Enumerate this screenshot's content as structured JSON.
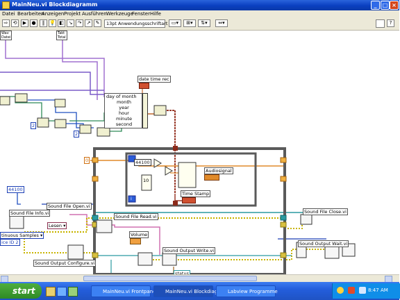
{
  "window": {
    "title": "MainNeu.vi Blockdiagramm"
  },
  "menu": [
    "Datei",
    "Bearbeiten",
    "Anzeigen",
    "Projekt",
    "Ausführen",
    "Werkzeuge",
    "Fenster",
    "Hilfe"
  ],
  "toolbar": {
    "font_select": "13pt Anwendungsschriftart"
  },
  "diagram": {
    "top_tag_1": "Wav\nDatei",
    "top_tag_2": "Takt\nTotal",
    "date_time_label": "date time rec",
    "date_fields": [
      "day of month",
      "month",
      "year",
      "hour",
      "minute",
      "second"
    ],
    "num_2a": "2",
    "num_2b": "2",
    "const_0": "0",
    "const_44100_inner": "44100",
    "const_44100_outer": "44100",
    "audiosignal": "Audiosignal",
    "time_stamp": "Time Stamp",
    "sound_file_info": "Sound File Info.vi",
    "sound_file_open": "Sound File Open.vi",
    "sound_file_read": "Sound File Read.vi",
    "sound_file_close": "Sound File Close.vi",
    "sound_output_wait": "Sound Output Wait.vi",
    "sound_output_write": "Sound Output Write.vi",
    "sound_output_configure": "Sound Output Configure.vi",
    "lesen": "Lesen",
    "continuous_samples": "tinuous Samples",
    "device_id": "ice ID 2",
    "volume": "Volume",
    "status": "status",
    "ten": "10",
    "iter": "i"
  },
  "taskbar": {
    "start": "start",
    "tasks": [
      "MainNeu.vi Frontpanel",
      "MainNeu.vi Blockdiagr...",
      "Labview Programme"
    ],
    "clock": "8:47 AM"
  }
}
